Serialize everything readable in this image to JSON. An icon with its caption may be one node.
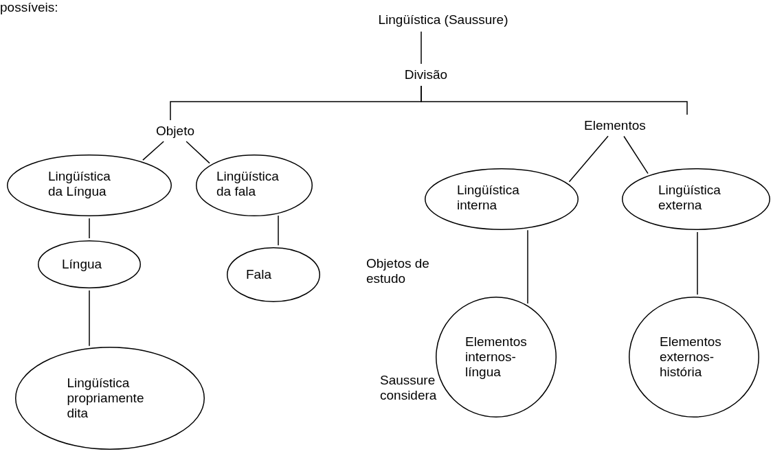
{
  "diagram": {
    "nodes": [
      {
        "text": [
          "Lingüística (Saussure)"
        ]
      },
      {
        "text": [
          "Divisão"
        ]
      },
      {
        "text": [
          "Objeto"
        ]
      },
      {
        "text": [
          "Elementos"
        ]
      },
      {
        "text": [
          "Lingüística da Língua"
        ]
      },
      {
        "text": [
          "Lingüística da fala"
        ]
      },
      {
        "text": [
          "Lingüística interna"
        ]
      },
      {
        "text": [
          "Lingüística externa"
        ]
      },
      {
        "text": [
          "Língua"
        ]
      },
      {
        "text": [
          "Fala"
        ]
      },
      {
        "text": [
          "Elementos internos- língua"
        ]
      },
      {
        "text": [
          "Elementos externos- história"
        ]
      },
      {
        "text": [
          "Lingüística propriamente dita"
        ]
      }
    ],
    "edges": [
      {
        "from": 0,
        "to": 1,
        "arrow": "none"
      },
      {
        "from": 1,
        "to": 2,
        "arrow": "none"
      },
      {
        "from": 1,
        "to": 3,
        "arrow": "none"
      },
      {
        "from": 2,
        "to": 4,
        "arrow": "none"
      },
      {
        "from": 2,
        "to": 5,
        "arrow": "none"
      },
      {
        "from": 3,
        "to": 6,
        "arrow": "none"
      },
      {
        "from": 3,
        "to": 7,
        "arrow": "none"
      },
      {
        "from": 4,
        "to": 8,
        "arrow": "none"
      },
      {
        "from": 5,
        "to": 9,
        "arrow": "none"
      },
      {
        "from": 6,
        "to": 10,
        "arrow": "none"
      },
      {
        "from": 7,
        "to": 11,
        "arrow": "none"
      },
      {
        "from": 8,
        "to": 12,
        "arrow": "none"
      }
    ],
    "labels": [
      "possíveis:",
      "Objetos de estudo",
      "Saussure considera"
    ]
  }
}
